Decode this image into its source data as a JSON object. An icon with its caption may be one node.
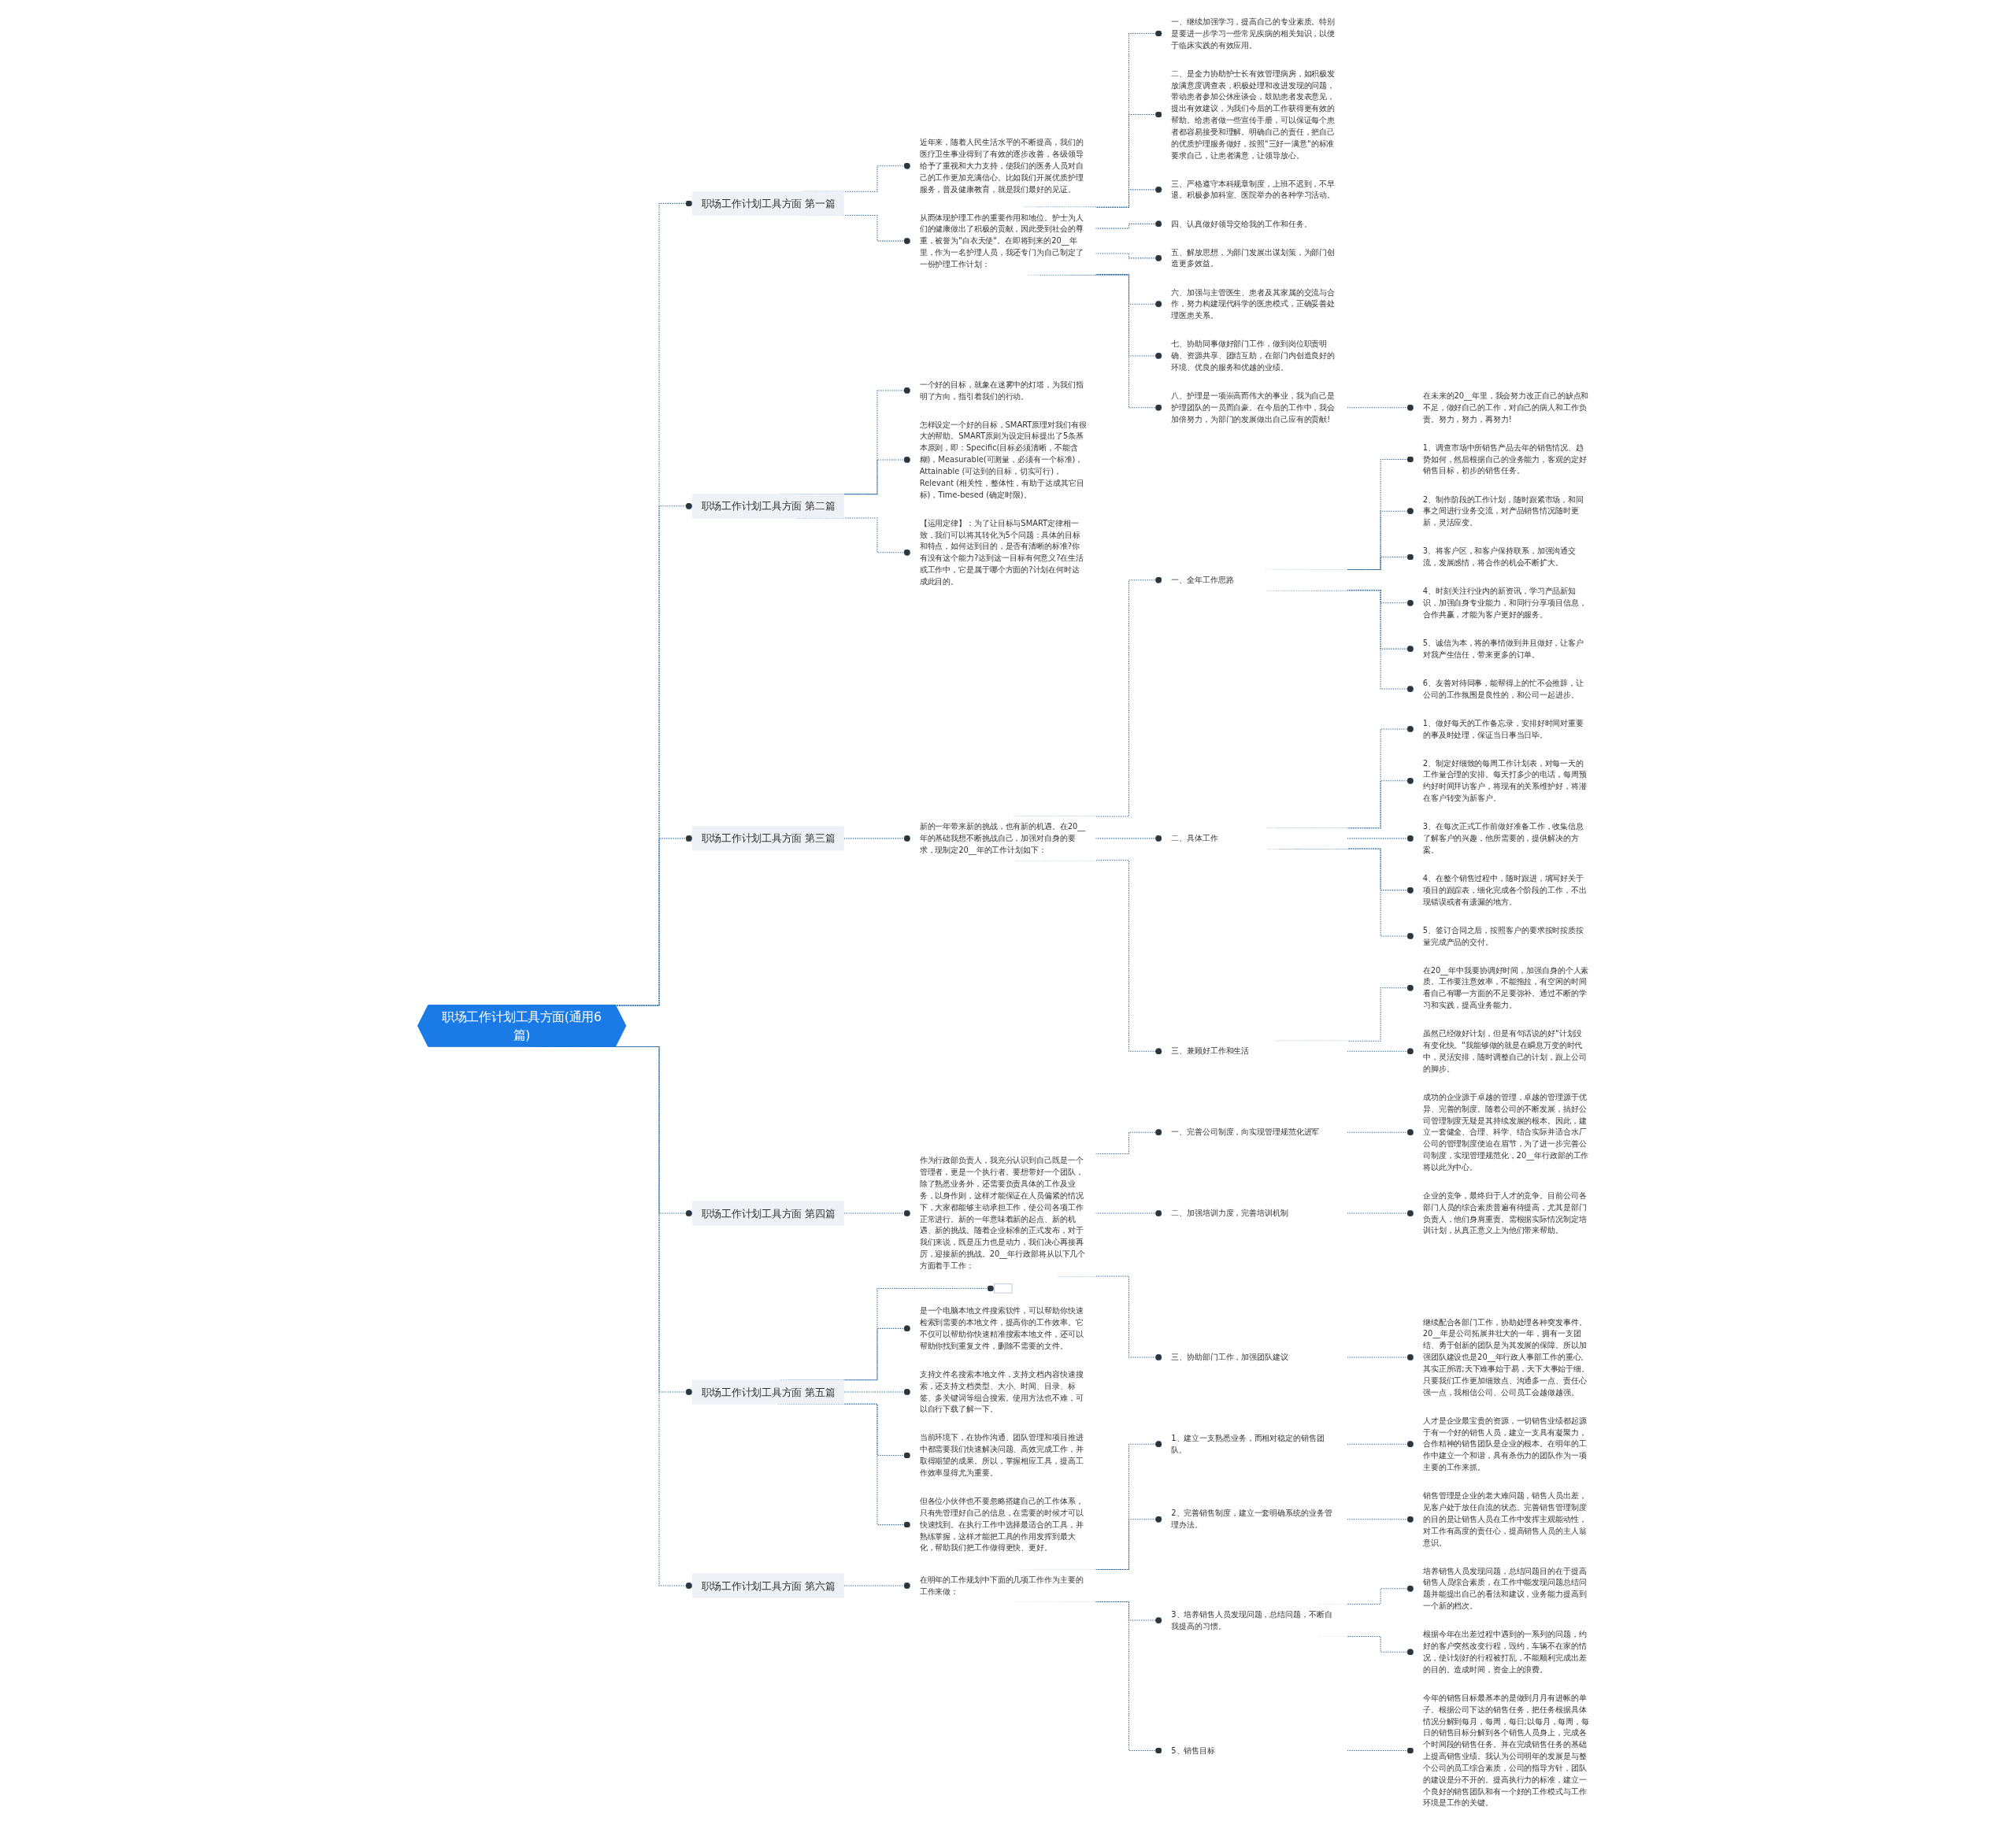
{
  "diagram": {
    "nodes": [
      {
        "text": [
          "职场工作计划工具方面(通用6篇)"
        ]
      },
      {
        "text": [
          "职场工作计划工具方面 第一篇"
        ]
      },
      {
        "text": [
          "近年来，随着人民生活水平的不断提高，我们的医疗卫生事业得到了有效的逐步改善，各级领导给予了重视和大力支持，使我们的医务人员对自己的工作更加充满信心。比如我们开展优质护理服务，普及健康教育，就是我们最好的见证。"
        ]
      },
      {
        "text": [
          "从而体现护理工作的重要作用和地位。护士为人们的健康做出了积极的贡献，因此受到社会的尊重，被誉为\"白衣天使\"。在即将到来的20__年里，作为一名护理人员，我还专门为自己制定了一份护理工作计划："
        ]
      },
      {
        "text": [
          "一、继续加强学习，提高自己的专业素质。特别是要进一步学习一些常见疾病的相关知识，以便于临床实践的有效应用。"
        ]
      },
      {
        "text": [
          "二、是全力协助护士长有效管理病房，如积极发放满意度调查表，积极处理和改进发现的问题，带动患者参加公休座谈会，鼓励患者发表意见，提出有效建议，为我们今后的工作获得更有效的帮助。给患者做一些宣传手册，可以保证每个患者都容易接受和理解。明确自己的责任，把自己的优质护理服务做好，按照\"三好一满意\"的标准要求自己，让患者满意，让领导放心。"
        ]
      },
      {
        "text": [
          "三、严格遵守本科规章制度，上班不迟到，不早退。积极参加科室、医院举办的各种学习活动。"
        ]
      },
      {
        "text": [
          "四、认真做好领导交给我的工作和任务。"
        ]
      },
      {
        "text": [
          "五、解放思想，为部门发展出谋划策，为部门创造更多效益。"
        ]
      },
      {
        "text": [
          "六、加强与主管医生、患者及其家属的交流与合作，努力构建现代科学的医患模式，正确妥善处理医患关系。"
        ]
      },
      {
        "text": [
          "七、协助同事做好部门工作，做到岗位职责明确、资源共享、团结互助，在部门内创造良好的环境、优良的服务和优越的业绩。"
        ]
      },
      {
        "text": [
          "八、护理是一项崇高而伟大的事业，我为自己是护理团队的一员而自豪。在今后的工作中，我会加倍努力，为部门的发展做出自己应有的贡献!"
        ]
      },
      {
        "text": [
          "在未来的20__年里，我会努力改正自己的缺点和不足，做好自己的工作，对自己的病人和工作负责。努力，努力，再努力!"
        ]
      },
      {
        "text": [
          "职场工作计划工具方面 第二篇"
        ]
      },
      {
        "text": [
          "一个好的目标，就象在迷雾中的灯塔，为我们指明了方向，指引着我们的行动。"
        ]
      },
      {
        "text": [
          "怎样设定一个好的目标，SMART原理对我们有很大的帮助。SMART原则为设定目标提出了5条基本原则，即：Specific(目标必须清晰，不能含糊)，Measurable(可测量，必须有一个标准)，Attainable (可达到的目标，切实可行)，Relevant (相关性，整体性，有助于达成其它目标)，Time-besed (确定时限)。"
        ]
      },
      {
        "text": [
          "【运用定律】：为了让目标与SMART定律相一致，我们可以将其转化为5个问题：具体的目标和特点，如何达到目的，是否有清晰的标准?你有没有这个能力?达到这一目标有何意义?在生活或工作中，它是属于哪个方面的?计划在何时达成此目的。"
        ]
      },
      {
        "text": [
          "职场工作计划工具方面 第三篇"
        ]
      },
      {
        "text": [
          "新的一年带来新的挑战，也有新的机遇。在20__年的基础我想不断挑战自己，加强对自身的要求，现制定20__年的工作计划如下："
        ]
      },
      {
        "text": [
          "一、全年工作思路"
        ]
      },
      {
        "text": [
          "1、调查市场中所销售产品去年的销售情况、趋势如何，然后根据自己的业务能力，客观的定好销售目标，初步的销售任务。"
        ]
      },
      {
        "text": [
          "2、制作阶段的工作计划，随时跟紧市场，和同事之间进行业务交流，对产品销售情况随时更新，灵活应变。"
        ]
      },
      {
        "text": [
          "3、将客户区，和客户保持联系，加强沟通交流，发展感情，将合作的机会不断扩大。"
        ]
      },
      {
        "text": [
          "4、时刻关注行业内的新资讯，学习产品新知识，加强自身专业能力，和同行分享项目信息，合作共赢，才能为客户更好的服务。"
        ]
      },
      {
        "text": [
          "5、诚信为本，将的事情做到并且做好，让客户对我产生信任，带来更多的订单。"
        ]
      },
      {
        "text": [
          "6、友善对待同事，能帮得上的忙不会推辞，让公司的工作氛围是良性的，和公司一起进步。"
        ]
      },
      {
        "text": [
          "二、具体工作"
        ]
      },
      {
        "text": [
          "1、做好每天的工作备忘录，安排好时间对重要的事及时处理，保证当日事当日毕。"
        ]
      },
      {
        "text": [
          "2、制定好细致的每周工作计划表，对每一天的工作量合理的安排。每天打多少的电话，每周预约好时间拜访客户，将现有的关系维护好，将潜在客户转变为新客户。"
        ]
      },
      {
        "text": [
          "3、在每次正式工作前做好准备工作，收集信息了解客户的兴趣，他所需要的，提供解决的方案。"
        ]
      },
      {
        "text": [
          "4、在整个销售过程中，随时跟进，填写好关于项目的跟踪表，细化完成各个阶段的工作，不出现错误或者有遗漏的地方。"
        ]
      },
      {
        "text": [
          "5、签订合同之后，按照客户的要求按时按质按量完成产品的交付。"
        ]
      },
      {
        "text": [
          "三、兼顾好工作和生活"
        ]
      },
      {
        "text": [
          "在20__年中我要协调好时间，加强自身的个人素质。工作要注意效率，不能拖拉，有空闲的时间看自己有哪一方面的不足要弥补。通过不断的学习和实践，提高业务能力。"
        ]
      },
      {
        "text": [
          "虽然已经做好计划，但是有句话说的好\"计划没有变化快。\"我能够做的就是在瞬息万变的时代中，灵活安排，随时调整自己的计划，跟上公司的脚步。"
        ]
      },
      {
        "text": [
          "职场工作计划工具方面 第四篇"
        ]
      },
      {
        "text": [
          "作为行政部负责人，我充分认识到自己既是一个管理者，更是一个执行者。要想带好一个团队，除了熟悉业务外，还需要负责具体的工作及业务，以身作则，这样才能保证在人员偏紧的情况下，大家都能够主动承担工作，使公司各项工作正常进行。新的一年意味着新的起点、新的机遇、新的挑战。随着企业标准的正式发布，对于我们来说，既是压力也是动力，我们决心再接再厉，迎接新的挑战。20__年行政部将从以下几个方面着手工作："
        ]
      },
      {
        "text": [
          "一、完善公司制度，向实现管理规范化进军"
        ]
      },
      {
        "text": [
          "成功的企业源于卓越的管理，卓越的管理源于优异、完善的制度。随着公司的不断发展，搞好公司管理制度无疑是其持续发展的根本。因此，建立一套健全、合理、科学、结合实际并适合水厂公司的管理制度便迫在眉节，为了进一步完善公司制度，实现管理规范化，20__年行政部的工作将以此为中心。"
        ]
      },
      {
        "text": [
          "二、加强培训力度，完善培训机制"
        ]
      },
      {
        "text": [
          "企业的竞争，最终归于人才的竞争。目前公司各部门人员的综合素质普遍有待提高，尤其是部门负责人，他们身肩重责。需根据实际情况制定培训计划，从真正意义上为他们带来帮助。"
        ]
      },
      {
        "text": [
          "三、协助部门工作，加强团队建议"
        ]
      },
      {
        "text": [
          "继续配合各部门工作，协助处理各种突发事件。20__年是公司拓展并壮大的一年，拥有一支团结、勇于创新的团队是为其发展的保障。所以加强团队建设也是20__年行政人事部工作的重心。其实正所谓;天下难事始于易，天下大事始于细。只要我们工作更加细致点、沟通多一点、责任心强一点，我相信公司、公司员工会越做越强。"
        ]
      },
      {
        "text": [
          "职场工作计划工具方面 第五篇"
        ]
      },
      {
        "text": [],
        "shape": "box"
      },
      {
        "text": [
          "是一个电脑本地文件搜索软件，可以帮助你快速检索到需要的本地文件，提高你的工作效率。它不仅可以帮助你快速精准搜索本地文件，还可以帮助你找到重复文件，删除不需要的文件。"
        ]
      },
      {
        "text": [
          "支持文件名搜索本地文件，支持文档内容快速搜索，还支持文档类型、大小、时间、目录、标签、多关键词等组合搜索。使用方法也不难，可以自行下载了解一下。"
        ]
      },
      {
        "text": [
          "当前环境下，在协作沟通、团队管理和项目推进中都需要我们快速解决问题、高效完成工作，并取得期望的成果。所以，掌握相应工具，提高工作效率显得尤为重要。"
        ]
      },
      {
        "text": [
          "但各位小伙伴也不要忽略搭建自己的工作体系，只有先管理好自己的信息，在需要的时候才可以快速找到。在执行工作中选择最适合的工具，并熟练掌握，这样才能把工具的作用发挥到最大化，帮助我们把工作做得更快、更好。"
        ]
      },
      {
        "text": [
          "职场工作计划工具方面 第六篇"
        ]
      },
      {
        "text": [
          "在明年的工作规划中下面的几项工作作为主要的工作来做："
        ]
      },
      {
        "text": [
          "1、建立一支熟悉业务，而相对稳定的销售团队。"
        ]
      },
      {
        "text": [
          "人才是企业最宝贵的资源，一切销售业绩都起源于有一个好的销售人员，建立一支具有凝聚力，合作精神的销售团队是企业的根本。在明年的工作中建立一个和谐，具有杀伤力的团队作为一项主要的工作来抓。"
        ]
      },
      {
        "text": [
          "2、完善销售制度，建立一套明确系统的业务管理办法。"
        ]
      },
      {
        "text": [
          "销售管理是企业的老大难问题，销售人员出差，见客户处于放任自流的状态。完善销售管理制度的目的是让销售人员在工作中发挥主观能动性，对工作有高度的责任心，提高销售人员的主人翁意识。"
        ]
      },
      {
        "text": [
          "3、培养销售人员发现问题，总结问题，不断自我提高的习惯。"
        ]
      },
      {
        "text": [
          "培养销售人员发现问题，总结问题目的在于提高销售人员综合素质，在工作中能发现问题总结问题并能提出自己的看法和建议，业务能力提高到一个新的档次。"
        ]
      },
      {
        "text": [
          "根据今年在出差过程中遇到的一系列的问题，约好的客户突然改变行程，毁约，车辆不在家的情况，使计划好的行程被打乱，不能顺利完成出差的目的。造成时间，资金上的浪费。"
        ]
      },
      {
        "text": [
          "5、销售目标"
        ]
      },
      {
        "text": [
          "今年的销售目标最基本的是做到月月有进帐的单子。根据公司下达的销售任务，把任务根据具体情况分解到每月，每周，每日;以每月，每周，每日的销售目标分解到各个销售人员身上，完成各个时间段的销售任务。并在完成销售任务的基础上提高销售业绩。我认为公司明年的发展是与整个公司的员工综合素质，公司的指导方针，团队的建设是分不开的。提高执行力的标准，建立一个良好的销售团队和有一个好的工作模式与工作环境是工作的关键。"
        ]
      }
    ],
    "edges": [
      {
        "from": 0,
        "to": 1,
        "arrow": "other",
        "style": "dashed"
      },
      {
        "from": 1,
        "to": 2,
        "arrow": "other",
        "style": "dashed"
      },
      {
        "from": 1,
        "to": 3,
        "arrow": "other",
        "style": "dashed"
      },
      {
        "from": 3,
        "to": 4,
        "arrow": "other",
        "style": "dashed"
      },
      {
        "from": 3,
        "to": 5,
        "arrow": "other",
        "style": "dashed"
      },
      {
        "from": 3,
        "to": 6,
        "arrow": "other",
        "style": "dashed"
      },
      {
        "from": 3,
        "to": 7,
        "arrow": "other",
        "style": "dashed"
      },
      {
        "from": 3,
        "to": 8,
        "arrow": "other",
        "style": "dashed"
      },
      {
        "from": 3,
        "to": 9,
        "arrow": "other",
        "style": "dashed"
      },
      {
        "from": 3,
        "to": 10,
        "arrow": "other",
        "style": "dashed"
      },
      {
        "from": 3,
        "to": 11,
        "arrow": "other",
        "style": "dashed"
      },
      {
        "from": 11,
        "to": 12,
        "arrow": "other",
        "style": "dashed"
      },
      {
        "from": 0,
        "to": 13,
        "arrow": "other",
        "style": "dashed"
      },
      {
        "from": 13,
        "to": 14,
        "arrow": "other",
        "style": "dashed"
      },
      {
        "from": 13,
        "to": 15,
        "arrow": "other",
        "style": "dashed"
      },
      {
        "from": 13,
        "to": 16,
        "arrow": "other",
        "style": "dashed"
      },
      {
        "from": 0,
        "to": 17,
        "arrow": "other",
        "style": "dashed"
      },
      {
        "from": 17,
        "to": 18,
        "arrow": "other",
        "style": "dashed"
      },
      {
        "from": 18,
        "to": 19,
        "arrow": "other",
        "style": "dashed"
      },
      {
        "from": 19,
        "to": 20,
        "arrow": "other",
        "style": "dashed"
      },
      {
        "from": 19,
        "to": 21,
        "arrow": "other",
        "style": "dashed"
      },
      {
        "from": 19,
        "to": 22,
        "arrow": "other",
        "style": "dashed"
      },
      {
        "from": 19,
        "to": 23,
        "arrow": "other",
        "style": "dashed"
      },
      {
        "from": 19,
        "to": 24,
        "arrow": "other",
        "style": "dashed"
      },
      {
        "from": 19,
        "to": 25,
        "arrow": "other",
        "style": "dashed"
      },
      {
        "from": 18,
        "to": 26,
        "arrow": "other",
        "style": "dashed"
      },
      {
        "from": 26,
        "to": 27,
        "arrow": "other",
        "style": "dashed"
      },
      {
        "from": 26,
        "to": 28,
        "arrow": "other",
        "style": "dashed"
      },
      {
        "from": 26,
        "to": 29,
        "arrow": "other",
        "style": "dashed"
      },
      {
        "from": 26,
        "to": 30,
        "arrow": "other",
        "style": "dashed"
      },
      {
        "from": 26,
        "to": 31,
        "arrow": "other",
        "style": "dashed"
      },
      {
        "from": 18,
        "to": 32,
        "arrow": "other",
        "style": "dashed"
      },
      {
        "from": 32,
        "to": 33,
        "arrow": "other",
        "style": "dashed"
      },
      {
        "from": 32,
        "to": 34,
        "arrow": "other",
        "style": "dashed"
      },
      {
        "from": 0,
        "to": 35,
        "arrow": "other",
        "style": "dashed"
      },
      {
        "from": 35,
        "to": 36,
        "arrow": "other",
        "style": "dashed"
      },
      {
        "from": 36,
        "to": 37,
        "arrow": "other",
        "style": "dashed"
      },
      {
        "from": 37,
        "to": 38,
        "arrow": "other",
        "style": "dashed"
      },
      {
        "from": 36,
        "to": 39,
        "arrow": "other",
        "style": "dashed"
      },
      {
        "from": 39,
        "to": 40,
        "arrow": "other",
        "style": "dashed"
      },
      {
        "from": 36,
        "to": 41,
        "arrow": "other",
        "style": "dashed"
      },
      {
        "from": 41,
        "to": 42,
        "arrow": "other",
        "style": "dashed"
      },
      {
        "from": 0,
        "to": 43,
        "arrow": "other",
        "style": "dashed"
      },
      {
        "from": 43,
        "to": 44,
        "arrow": "other",
        "style": "dashed"
      },
      {
        "from": 43,
        "to": 45,
        "arrow": "other",
        "style": "dashed"
      },
      {
        "from": 43,
        "to": 46,
        "arrow": "other",
        "style": "dashed"
      },
      {
        "from": 43,
        "to": 47,
        "arrow": "other",
        "style": "dashed"
      },
      {
        "from": 43,
        "to": 48,
        "arrow": "other",
        "style": "dashed"
      },
      {
        "from": 0,
        "to": 49,
        "arrow": "other",
        "style": "dashed"
      },
      {
        "from": 49,
        "to": 50,
        "arrow": "other",
        "style": "dashed"
      },
      {
        "from": 50,
        "to": 51,
        "arrow": "other",
        "style": "dashed"
      },
      {
        "from": 51,
        "to": 52,
        "arrow": "other",
        "style": "dashed"
      },
      {
        "from": 50,
        "to": 53,
        "arrow": "other",
        "style": "dashed"
      },
      {
        "from": 53,
        "to": 54,
        "arrow": "other",
        "style": "dashed"
      },
      {
        "from": 50,
        "to": 55,
        "arrow": "other",
        "style": "dashed"
      },
      {
        "from": 55,
        "to": 56,
        "arrow": "other",
        "style": "dashed"
      },
      {
        "from": 55,
        "to": 57,
        "arrow": "other",
        "style": "dashed"
      },
      {
        "from": 50,
        "to": 58,
        "arrow": "other",
        "style": "dashed"
      },
      {
        "from": 58,
        "to": 59,
        "arrow": "other",
        "style": "dashed"
      }
    ]
  }
}
